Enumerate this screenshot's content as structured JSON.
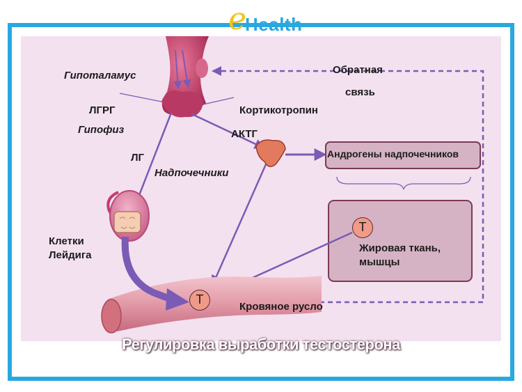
{
  "logo": {
    "letter": "e",
    "word": "Health"
  },
  "labels": {
    "hypothalamus": "Гипоталамус",
    "lhrh": "ЛГРГ",
    "pituitary": "Гипофиз",
    "lh": "ЛГ",
    "corticotropin": "Кортикотропин",
    "acth": "АКТГ",
    "adrenals": "Надпочечники",
    "adrenal_androgens": "Андрогены надпочечников",
    "leydig_line1": "Клетки",
    "leydig_line2": "Лейдига",
    "feedback_line1": "Обратная",
    "feedback_line2": "связь",
    "adipose_line1": "Жировая ткань,",
    "adipose_line2": "мышцы",
    "bloodstream": "Кровяное русло",
    "t_symbol": "Т"
  },
  "caption": "Регулировка выработки тестостерона",
  "colors": {
    "frame": "#29a8e0",
    "background": "#f3e1f0",
    "arrow": "#7a5bb5",
    "tissue": "#c8456b",
    "vessel": "#e2a0ac",
    "box_fill": "#d6b3c4",
    "box_border": "#7a3a52"
  }
}
